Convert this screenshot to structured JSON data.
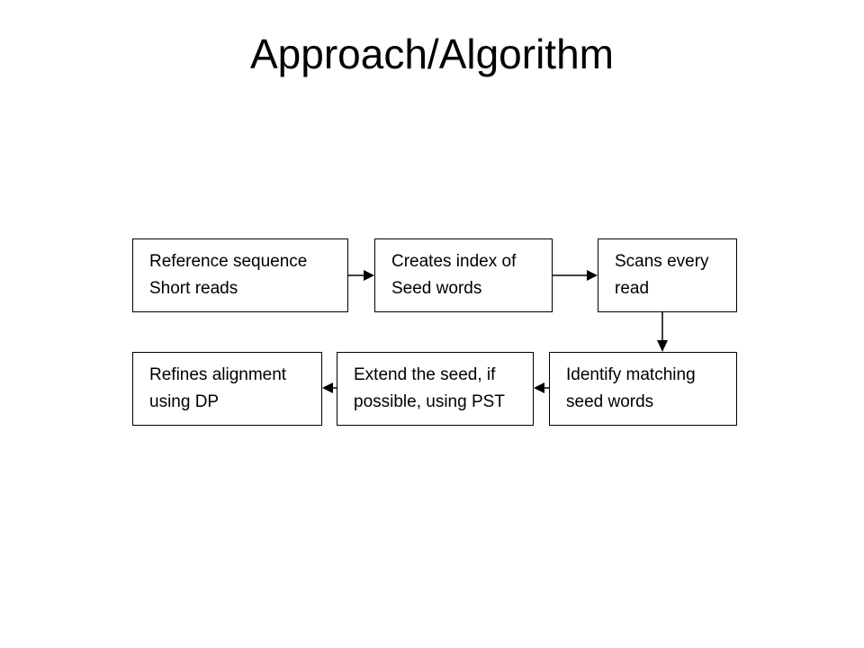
{
  "slide": {
    "title": "Approach/Algorithm"
  },
  "flowchart": {
    "steps": [
      {
        "lines": [
          "Reference sequence",
          "Short reads"
        ]
      },
      {
        "lines": [
          "Creates index of",
          "Seed words"
        ]
      },
      {
        "lines": [
          "Scans every",
          "read"
        ]
      },
      {
        "lines": [
          "Identify matching",
          "seed words"
        ]
      },
      {
        "lines": [
          "Extend the seed, if",
          "possible, using PST"
        ]
      },
      {
        "lines": [
          "Refines alignment",
          "using DP"
        ]
      }
    ]
  }
}
